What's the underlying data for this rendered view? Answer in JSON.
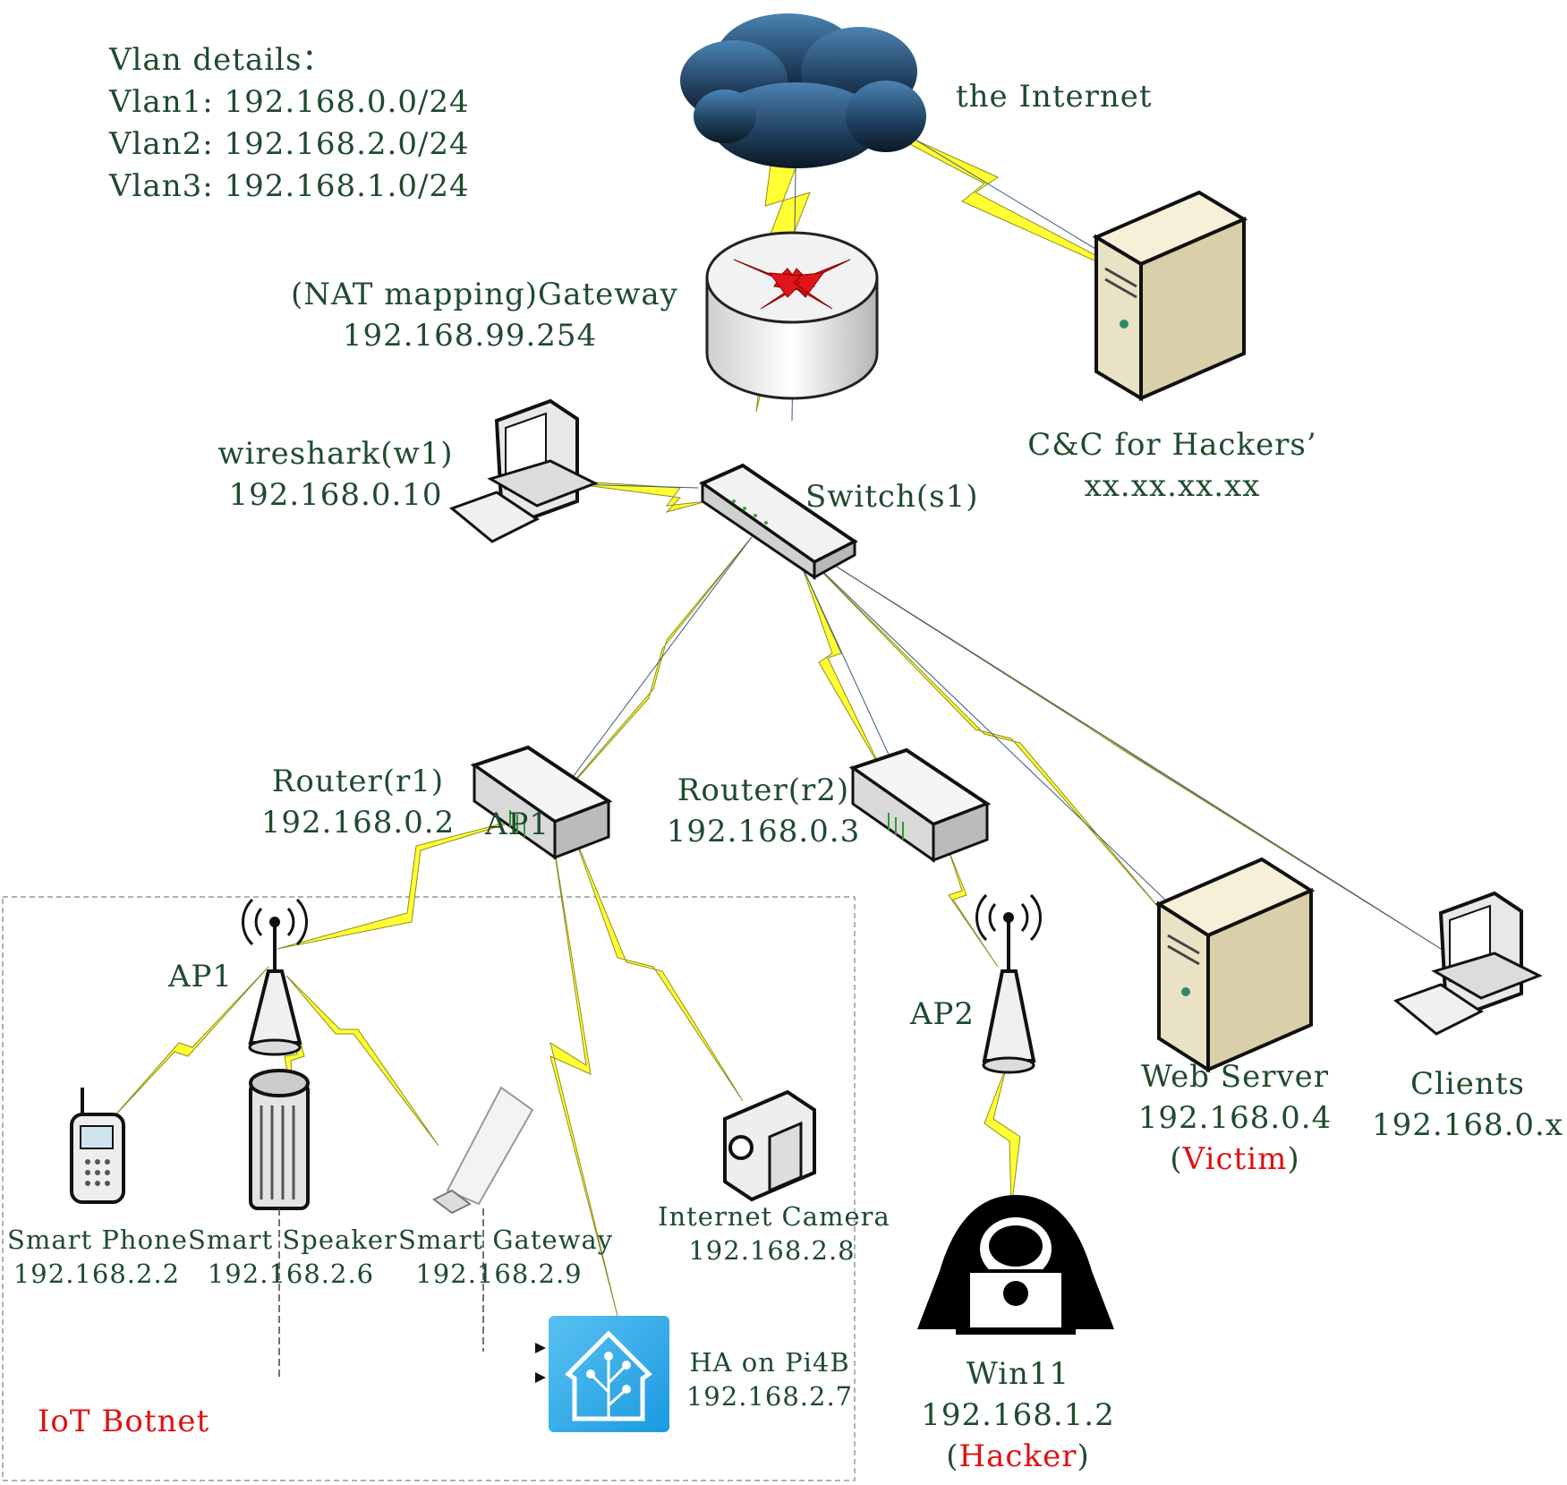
{
  "vlan": {
    "title": "Vlan details：",
    "lines": [
      "Vlan1: 192.168.0.0/24",
      "Vlan2: 192.168.2.0/24",
      "Vlan3: 192.168.1.0/24"
    ]
  },
  "internet": {
    "label": "the Internet"
  },
  "gateway": {
    "name": "(NAT mapping)Gateway",
    "ip": "192.168.99.254"
  },
  "cnc": {
    "name": "C&C for Hackers’",
    "ip": "xx.xx.xx.xx"
  },
  "wireshark": {
    "name": "wireshark(w1)",
    "ip": "192.168.0.10"
  },
  "switch": {
    "name": "Switch(s1)"
  },
  "router1": {
    "name": "Router(r1)",
    "ip": "192.168.0.2",
    "overlay": "AP1"
  },
  "router2": {
    "name": "Router(r2)",
    "ip": "192.168.0.3"
  },
  "ap1": {
    "name": "AP1"
  },
  "ap2": {
    "name": "AP2"
  },
  "webserver": {
    "name": "Web Server",
    "ip": "192.168.0.4",
    "open": "(",
    "role": "Victim",
    "close": ")"
  },
  "clients": {
    "name": "Clients",
    "ip": "192.168.0.x"
  },
  "phone": {
    "name": "Smart Phone",
    "ip": "192.168.2.2"
  },
  "speaker": {
    "name": "Smart Speaker",
    "ip": "192.168.2.6"
  },
  "smartgw": {
    "name": "Smart Gateway",
    "ip": "192.168.2.9"
  },
  "camera": {
    "name": "Internet Camera",
    "ip": "192.168.2.8"
  },
  "ha": {
    "name": "HA on Pi4B",
    "ip": "192.168.2.7"
  },
  "win11": {
    "name": "Win11",
    "ip": "192.168.1.2",
    "open": "(",
    "role": "Hacker",
    "close": ")"
  },
  "botnet": {
    "label": "IoT Botnet"
  },
  "colors": {
    "bolt": "#ffff33",
    "bolt_stroke": "#9a9a20",
    "text": "#1f4a2e",
    "accent_red": "#e01010",
    "cloud": "#2a4e6e",
    "server": "#e9e2c4"
  }
}
